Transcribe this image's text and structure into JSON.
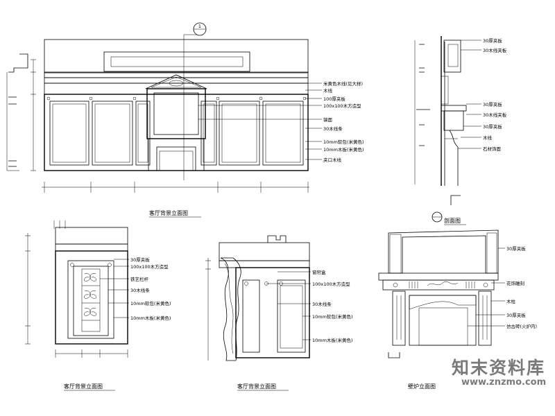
{
  "drawing": {
    "main_elevation": {
      "callouts": [
        "米黄色木线(见大样)",
        "木线",
        "100厚夹板",
        "100x100木方造型",
        "镜面",
        "30木线条",
        "10mm软包(米黄色)",
        "10mm木板(米黄色)",
        "夹口木线"
      ],
      "caption": "客厅背景立面图"
    },
    "side_section": {
      "callouts": [
        "30厚夹板",
        "30木线夹板",
        "30厚夹板",
        "30木线夹板",
        "30厚夹板",
        "木线",
        "石材饰面"
      ],
      "caption": "剖面图"
    },
    "door_elevation": {
      "callouts": [
        "30厚夹板",
        "100x100木方造型",
        "铁艺栏杆",
        "30木线条",
        "10mm软包(米黄色)",
        "10mm木板(米黄色)"
      ],
      "caption": "客厅背景立面图"
    },
    "curtain_elevation": {
      "callouts": [
        "窗帘盒",
        "100x100木方造型",
        "30木线条",
        "10mm软包(米黄色)",
        "10mm木板(米黄色)"
      ],
      "caption": "客厅背景立面图"
    },
    "fireplace_elevation": {
      "callouts": [
        "30厚夹板",
        "花饰雕刻",
        "木柱",
        "30厚夹板",
        "仿古砖(火炉内)"
      ],
      "caption": "壁炉立面图"
    },
    "section_marker": "1"
  },
  "watermark": {
    "name": "知末资料库",
    "url": "www.znzmo.com",
    "color": "#7a7a7a"
  }
}
